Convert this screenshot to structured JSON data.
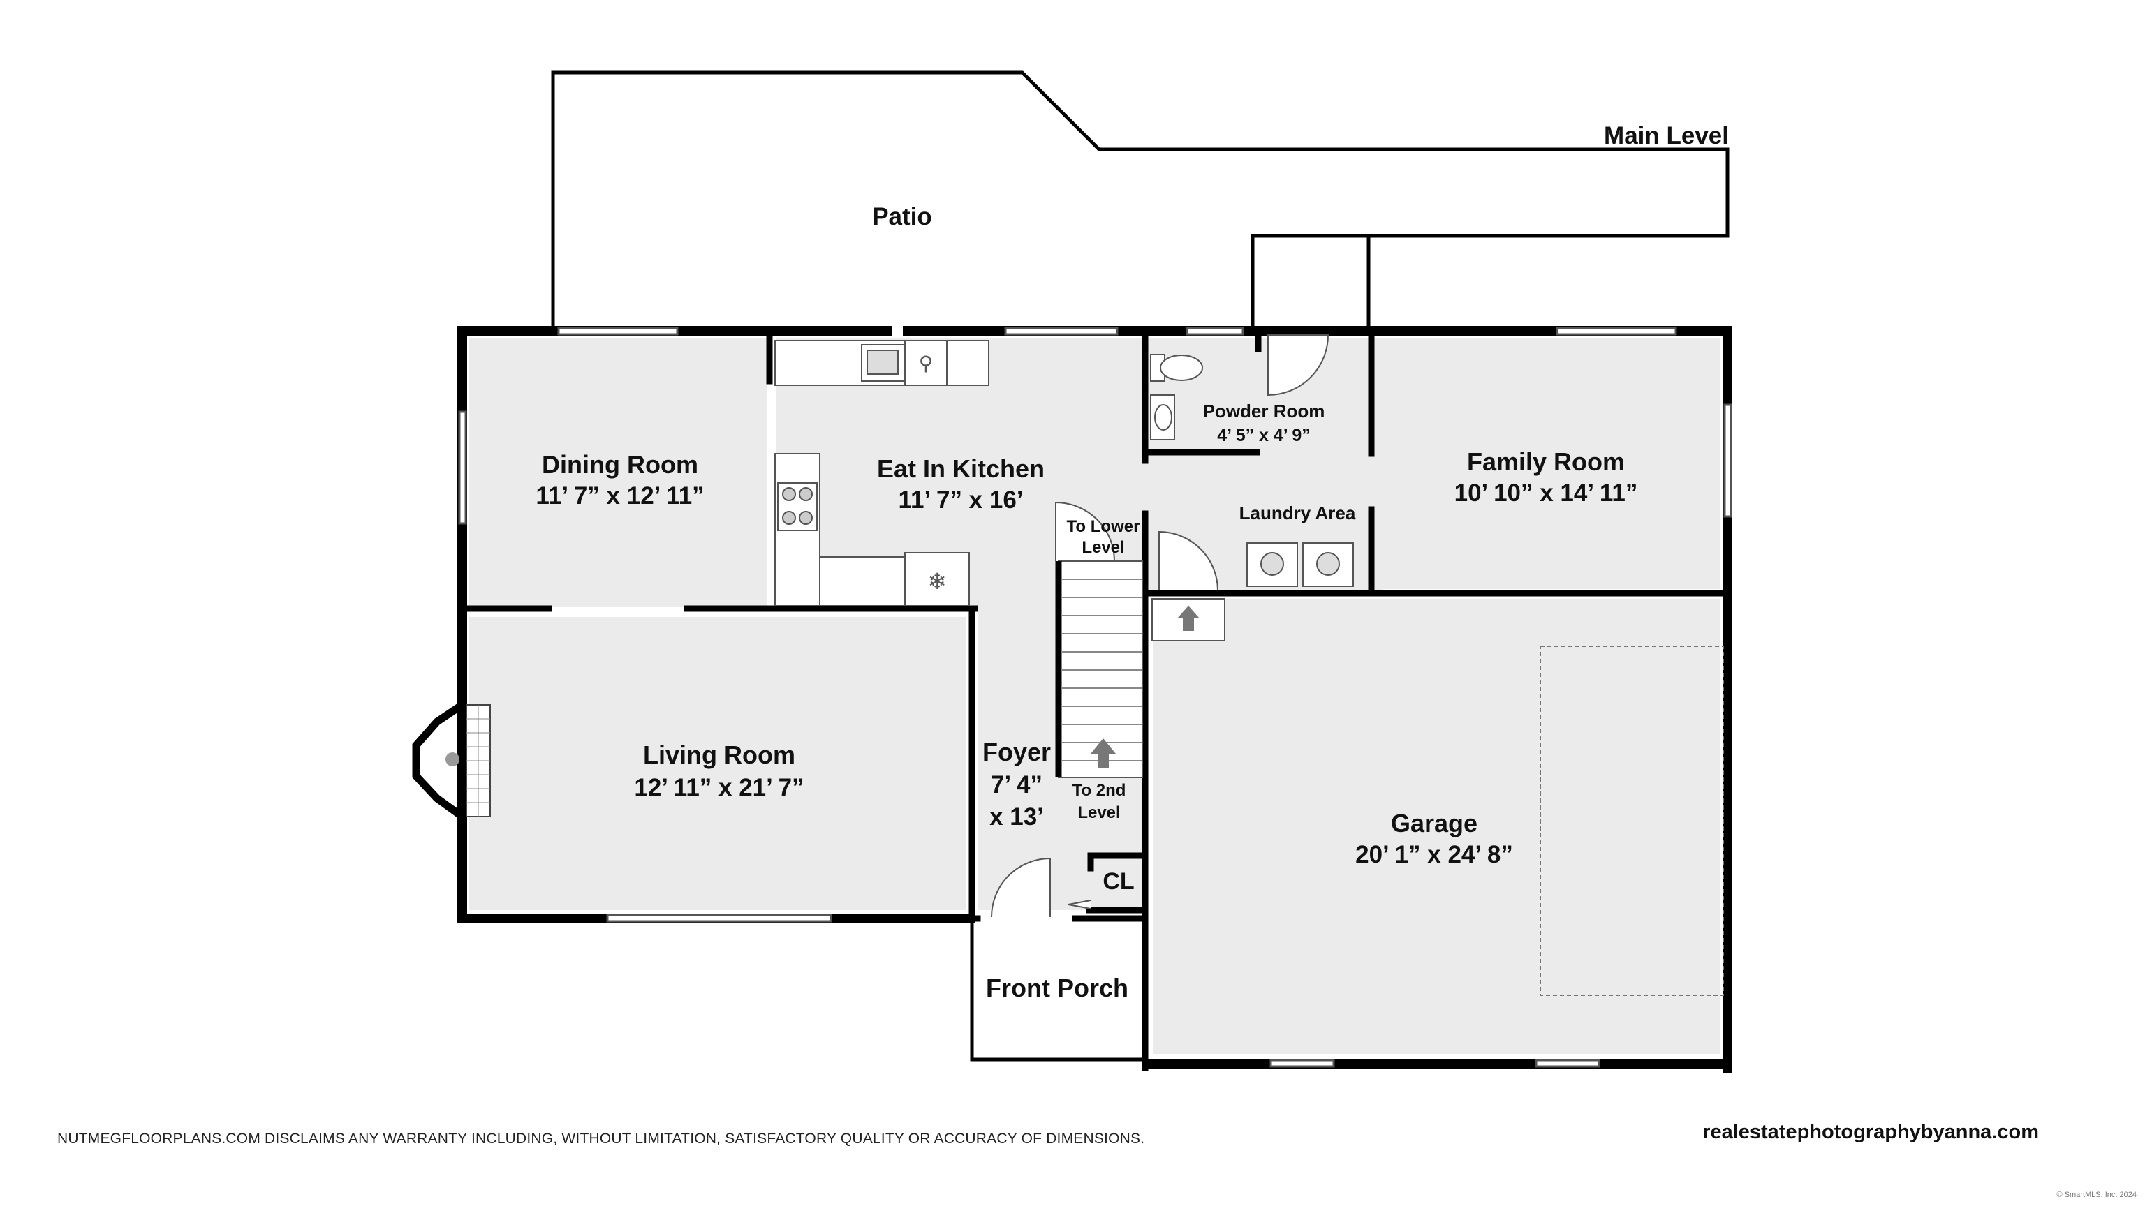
{
  "level_label": "Main Level",
  "rooms": {
    "patio": {
      "name": "Patio"
    },
    "dining": {
      "name": "Dining Room",
      "dims": "11’ 7” x 12’ 11”"
    },
    "kitchen": {
      "name": "Eat In Kitchen",
      "dims": "11’ 7” x 16’"
    },
    "powder": {
      "name": "Powder Room",
      "dims": "4’ 5” x 4’ 9”"
    },
    "family": {
      "name": "Family Room",
      "dims": "10’ 10” x 14’ 11”"
    },
    "laundry": {
      "name": "Laundry Area"
    },
    "living": {
      "name": "Living Room",
      "dims": "12’ 11” x 21’ 7”"
    },
    "foyer": {
      "name": "Foyer",
      "dims_line1": "7’ 4”",
      "dims_line2": "x 13’"
    },
    "garage": {
      "name": "Garage",
      "dims": "20’ 1” x 24’ 8”"
    },
    "front_porch": {
      "name": "Front Porch"
    },
    "closet": {
      "name": "CL"
    }
  },
  "stairs": {
    "lower_line1": "To Lower",
    "lower_line2": "Level",
    "upper_line1": "To 2nd",
    "upper_line2": "Level"
  },
  "footer": {
    "disclaimer": "NUTMEGFLOORPLANS.COM DISCLAIMS ANY WARRANTY INCLUDING, WITHOUT LIMITATION, SATISFACTORY QUALITY OR ACCURACY OF DIMENSIONS.",
    "website": "realestatephotographybyanna.com",
    "copyright": "© SmartMLS, Inc. 2024"
  }
}
